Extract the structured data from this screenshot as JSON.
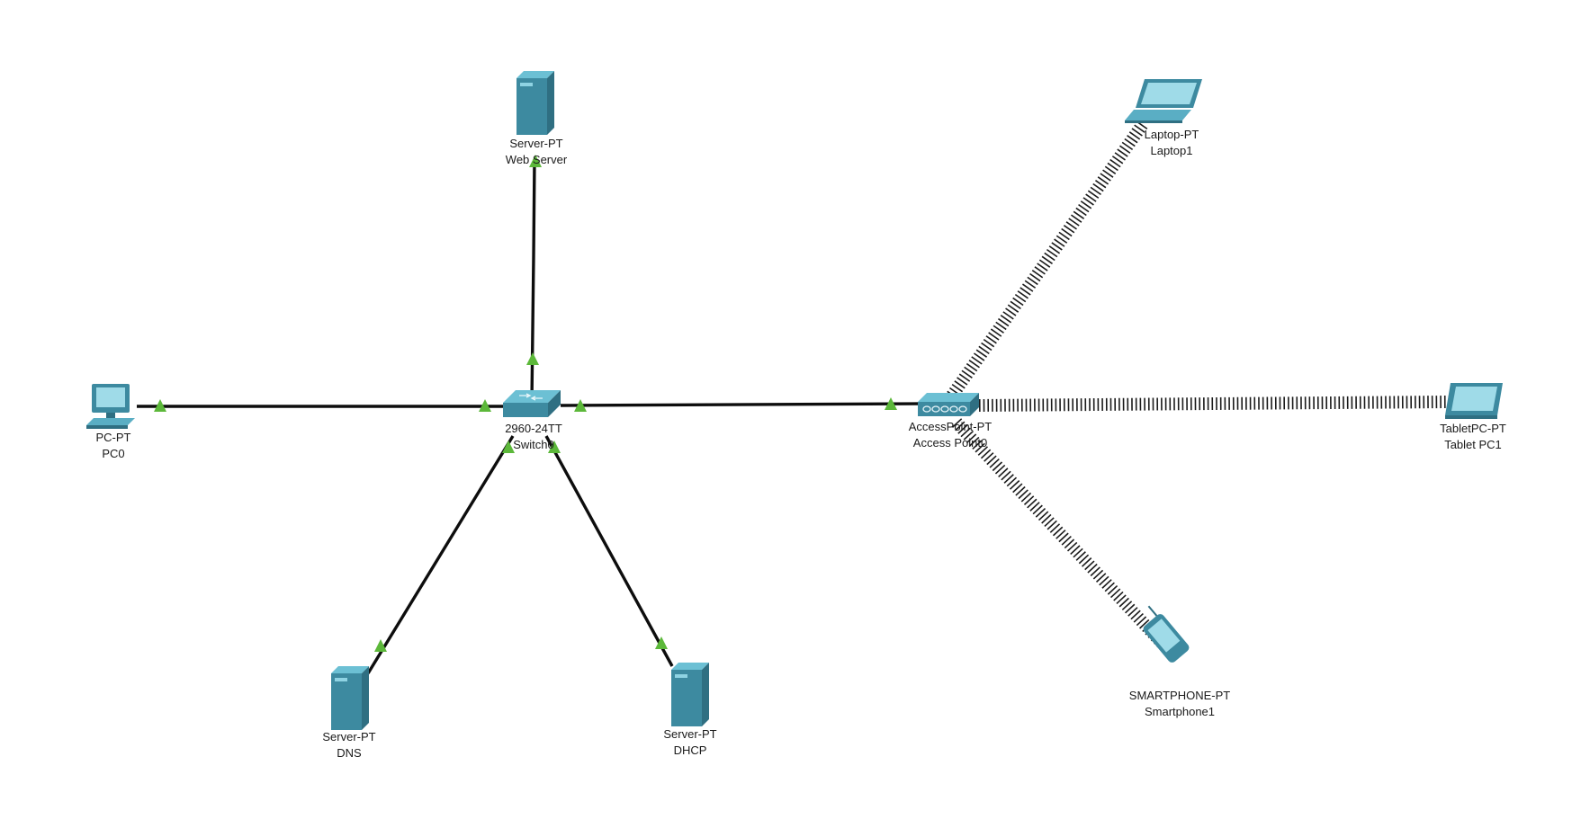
{
  "status_colors": {
    "link_up": "#5cb83a",
    "device_body": "#3d8aa0",
    "device_face": "#5aaec4"
  },
  "devices": [
    {
      "key": "web",
      "icon": "server-icon",
      "model": "Server-PT",
      "name": "Web Server"
    },
    {
      "key": "pc0",
      "icon": "pc-icon",
      "model": "PC-PT",
      "name": "PC0"
    },
    {
      "key": "switch0",
      "icon": "switch-icon",
      "model": "2960-24TT",
      "name": "Switch0"
    },
    {
      "key": "dns",
      "icon": "server-icon",
      "model": "Server-PT",
      "name": "DNS"
    },
    {
      "key": "dhcp",
      "icon": "server-icon",
      "model": "Server-PT",
      "name": "DHCP"
    },
    {
      "key": "ap0",
      "icon": "access-point-icon",
      "model": "AccessPoint-PT",
      "name": "Access Point0"
    },
    {
      "key": "laptop1",
      "icon": "laptop-icon",
      "model": "Laptop-PT",
      "name": "Laptop1"
    },
    {
      "key": "tablet1",
      "icon": "tablet-icon",
      "model": "TabletPC-PT",
      "name": "Tablet PC1"
    },
    {
      "key": "phone1",
      "icon": "smartphone-icon",
      "model": "SMARTPHONE-PT",
      "name": "Smartphone1"
    }
  ],
  "links": [
    {
      "from": "switch0",
      "to": "web",
      "type": "wired",
      "status": "up"
    },
    {
      "from": "switch0",
      "to": "pc0",
      "type": "wired",
      "status": "up"
    },
    {
      "from": "switch0",
      "to": "dns",
      "type": "wired",
      "status": "up"
    },
    {
      "from": "switch0",
      "to": "dhcp",
      "type": "wired",
      "status": "up"
    },
    {
      "from": "switch0",
      "to": "ap0",
      "type": "wired",
      "status": "up"
    },
    {
      "from": "ap0",
      "to": "laptop1",
      "type": "wireless"
    },
    {
      "from": "ap0",
      "to": "tablet1",
      "type": "wireless"
    },
    {
      "from": "ap0",
      "to": "phone1",
      "type": "wireless"
    }
  ]
}
